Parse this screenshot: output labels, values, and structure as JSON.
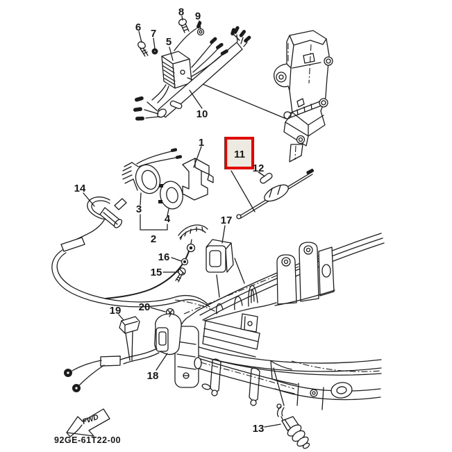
{
  "diagram": {
    "part_code": "92GE-61T22-00",
    "fwd_arrow": {
      "text": "FWD"
    },
    "highlight": {
      "selected_callout": "11",
      "border_color": "#e10600",
      "fill_color": "#edeae2"
    },
    "callouts": [
      {
        "n": "1"
      },
      {
        "n": "2"
      },
      {
        "n": "3"
      },
      {
        "n": "4"
      },
      {
        "n": "5"
      },
      {
        "n": "6"
      },
      {
        "n": "7"
      },
      {
        "n": "8"
      },
      {
        "n": "9"
      },
      {
        "n": "10"
      },
      {
        "n": "11"
      },
      {
        "n": "12"
      },
      {
        "n": "13"
      },
      {
        "n": "14"
      },
      {
        "n": "15"
      },
      {
        "n": "16"
      },
      {
        "n": "17"
      },
      {
        "n": "18"
      },
      {
        "n": "19"
      },
      {
        "n": "20"
      }
    ]
  }
}
